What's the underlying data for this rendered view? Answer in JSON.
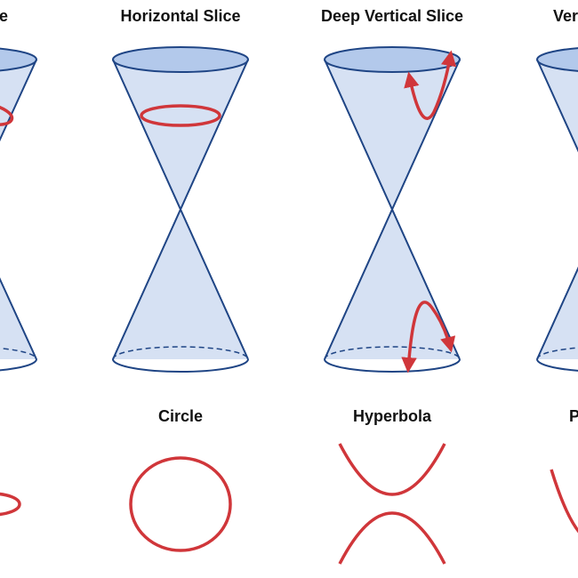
{
  "panels": [
    {
      "cone_title": "Slice",
      "curve_title": ""
    },
    {
      "cone_title": "Horizontal Slice",
      "curve_title": "Circle"
    },
    {
      "cone_title": "Deep Vertical Slice",
      "curve_title": "Hyperbola"
    },
    {
      "cone_title": "Ver",
      "curve_title": "P"
    }
  ],
  "colors": {
    "cone_fill": "#d6e1f3",
    "cone_rim_fill": "#b3c9eb",
    "cone_stroke": "#1f4585",
    "curve": "#d0363a"
  },
  "icons": [
    "arrow-icon"
  ]
}
